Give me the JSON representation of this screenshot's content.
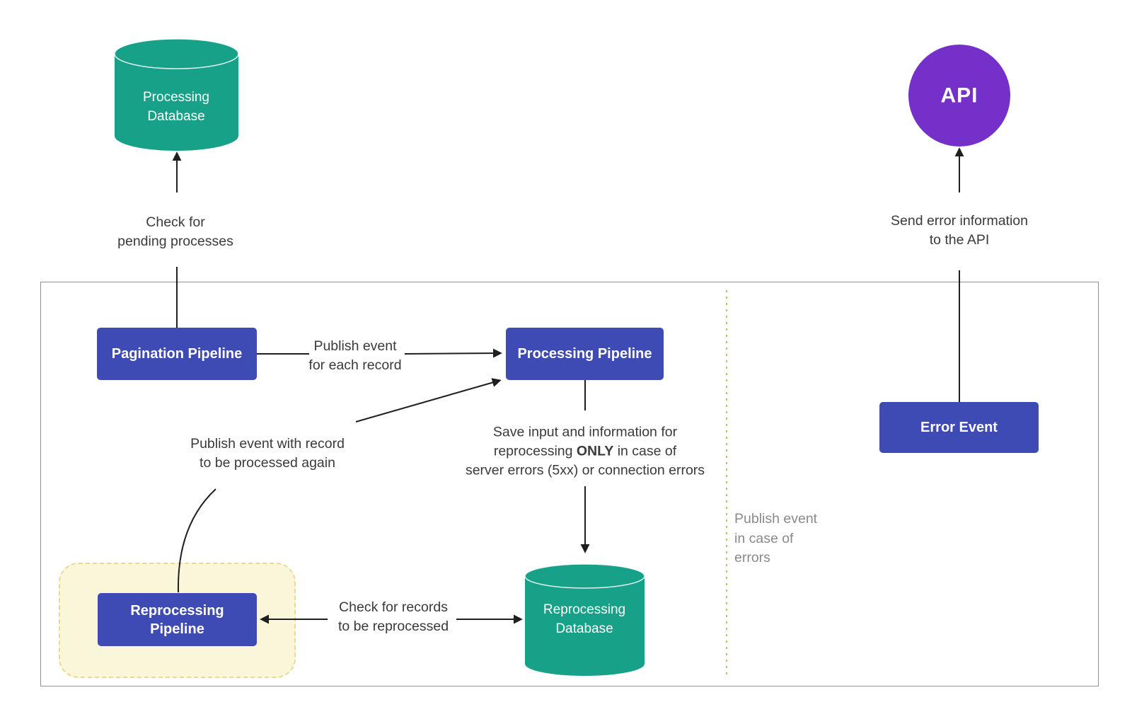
{
  "diagram": {
    "nodes": {
      "processing_database": {
        "label": "Processing\nDatabase"
      },
      "api": {
        "label": "API"
      },
      "pagination_pipeline": {
        "label": "Pagination Pipeline"
      },
      "processing_pipeline": {
        "label": "Processing Pipeline"
      },
      "error_event": {
        "label": "Error Event"
      },
      "reprocessing_pipeline": {
        "label": "Reprocessing\nPipeline"
      },
      "reprocessing_database": {
        "label": "Reprocessing\nDatabase"
      }
    },
    "edge_labels": {
      "check_pending": "Check for\npending processes",
      "publish_each_record": "Publish event\nfor each record",
      "publish_record_again": "Publish event with record\nto be processed again",
      "save_input_part1": "Save input and information for\nreprocessing ",
      "save_input_bold": "ONLY",
      "save_input_part2": " in case of\nserver errors (5xx) or connection errors",
      "check_records": "Check for records\nto be reprocessed",
      "send_error_info": "Send error information\nto the API",
      "publish_on_errors": "Publish event\nin case of\nerrors"
    },
    "colors": {
      "pipeline_box": "#3E4BB4",
      "database": "#17A189",
      "api_circle": "#7430C8",
      "highlight_fill": "#FAF6DA",
      "highlight_border": "#E8DA96",
      "divider_dash": "#C9BA67",
      "frame_border": "#919191",
      "connector": "#1F1F1F",
      "label_text": "#3A3A3A",
      "muted_text": "#8A8A8A",
      "node_text": "#FFFFFF"
    }
  }
}
